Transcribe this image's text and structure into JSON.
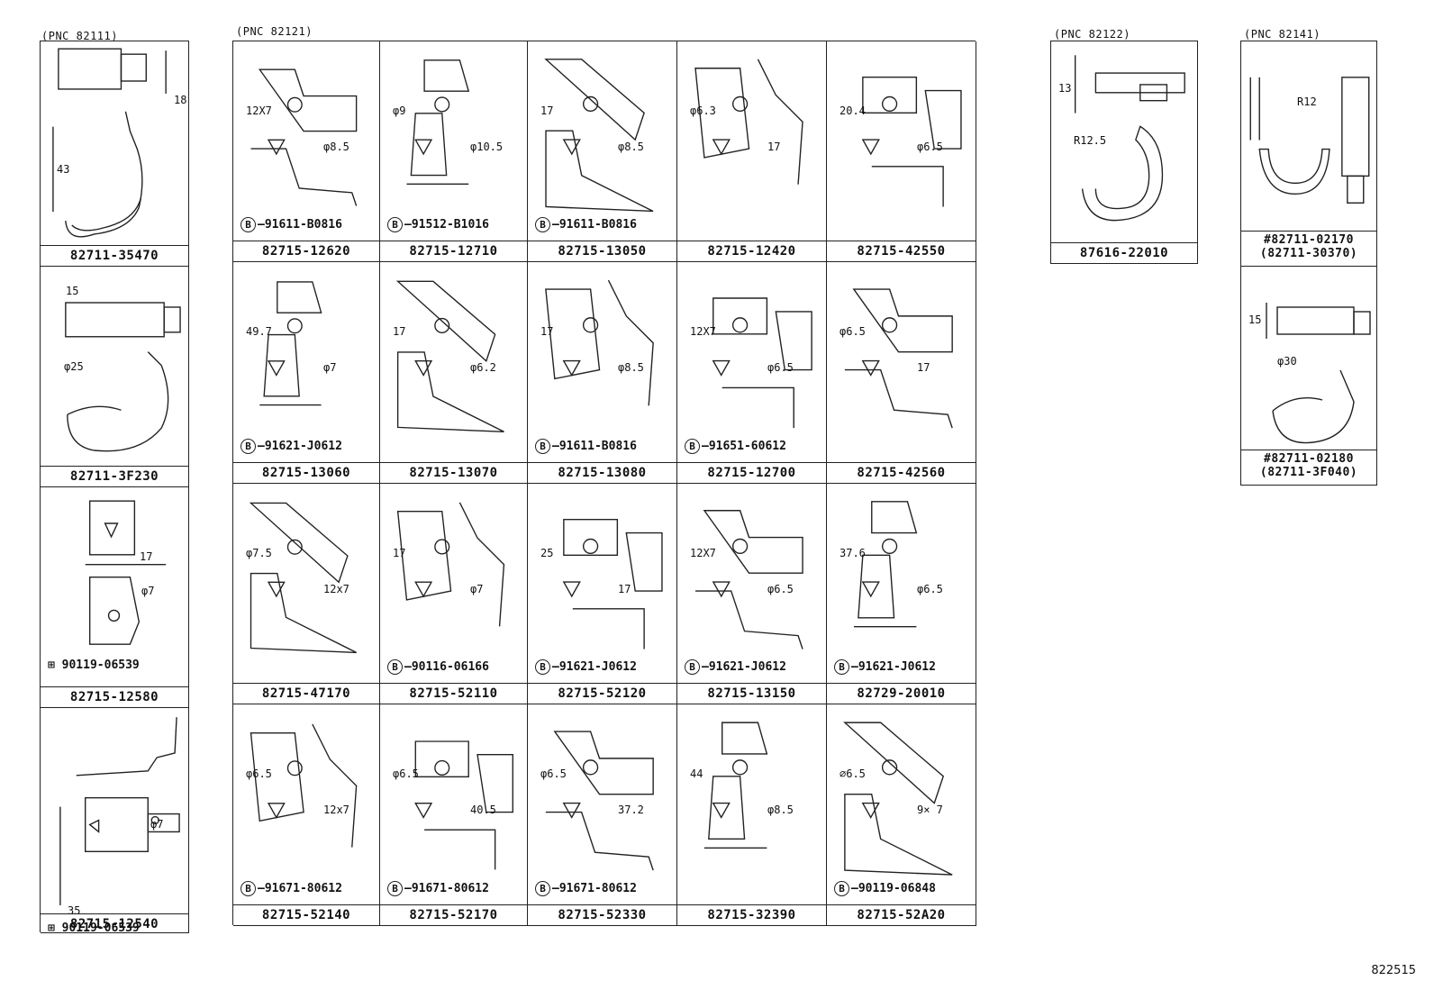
{
  "pnc": [
    "(PNC 82111)",
    "(PNC 82121)",
    "(PNC 82122)",
    "(PNC 82141)"
  ],
  "col1": [
    {
      "pn": "82711-35470",
      "dims": [
        "18",
        "43"
      ],
      "fastener": ""
    },
    {
      "pn": "82711-3F230",
      "dims": [
        "15",
        "φ25"
      ],
      "fastener": ""
    },
    {
      "pn": "82715-12580",
      "dims": [
        "17",
        "φ7"
      ],
      "fastener": "90119-06539"
    },
    {
      "pn": "82715-12540",
      "dims": [
        "φ7",
        "35"
      ],
      "fastener": "90119-06539"
    }
  ],
  "grid": [
    [
      {
        "pn": "82715-12620",
        "dims": [
          "12X7",
          "φ8.5"
        ],
        "fastener": "91611-B0816"
      },
      {
        "pn": "82715-12710",
        "dims": [
          "φ9",
          "φ10.5"
        ],
        "fastener": "91512-B1016"
      },
      {
        "pn": "82715-13050",
        "dims": [
          "17",
          "φ8.5"
        ],
        "fastener": "91611-B0816"
      },
      {
        "pn": "82715-12420",
        "dims": [
          "φ6.3",
          "17"
        ],
        "fastener": ""
      },
      {
        "pn": "82715-42550",
        "dims": [
          "20.4",
          "φ6.5"
        ],
        "fastener": ""
      }
    ],
    [
      {
        "pn": "82715-13060",
        "dims": [
          "49.7",
          "φ7"
        ],
        "fastener": "91621-J0612"
      },
      {
        "pn": "82715-13070",
        "dims": [
          "17",
          "φ6.2"
        ],
        "fastener": ""
      },
      {
        "pn": "82715-13080",
        "dims": [
          "17",
          "φ8.5"
        ],
        "fastener": "91611-B0816"
      },
      {
        "pn": "82715-12700",
        "dims": [
          "12X7",
          "φ6.5"
        ],
        "fastener": "91651-60612"
      },
      {
        "pn": "82715-42560",
        "dims": [
          "φ6.5",
          "17"
        ],
        "fastener": ""
      }
    ],
    [
      {
        "pn": "82715-47170",
        "dims": [
          "φ7.5",
          "12x7"
        ],
        "fastener": ""
      },
      {
        "pn": "82715-52110",
        "dims": [
          "17",
          "φ7"
        ],
        "fastener": "90116-06166"
      },
      {
        "pn": "82715-52120",
        "dims": [
          "25",
          "17"
        ],
        "fastener": "91621-J0612"
      },
      {
        "pn": "82715-13150",
        "dims": [
          "12X7",
          "φ6.5"
        ],
        "fastener": "91621-J0612"
      },
      {
        "pn": "82729-20010",
        "dims": [
          "37.6",
          "φ6.5"
        ],
        "fastener": "91621-J0612"
      }
    ],
    [
      {
        "pn": "82715-52140",
        "dims": [
          "φ6.5",
          "12x7"
        ],
        "fastener": "91671-80612"
      },
      {
        "pn": "82715-52170",
        "dims": [
          "φ6.5",
          "40.5"
        ],
        "fastener": "91671-80612"
      },
      {
        "pn": "82715-52330",
        "dims": [
          "φ6.5",
          "37.2"
        ],
        "fastener": "91671-80612"
      },
      {
        "pn": "82715-32390",
        "dims": [
          "44",
          "φ8.5"
        ],
        "fastener": ""
      },
      {
        "pn": "82715-52A20",
        "dims": [
          "∅6.5",
          "9× 7"
        ],
        "fastener": "90119-06848"
      }
    ]
  ],
  "col3": {
    "pn": "87616-22010",
    "dims": [
      "13",
      "R12.5"
    ]
  },
  "col4": [
    {
      "pn": "#82711-02170",
      "pn_alt": "(82711-30370)",
      "dims": [
        "R12"
      ]
    },
    {
      "pn": "#82711-02180",
      "pn_alt": "(82711-3F040)",
      "dims": [
        "15",
        "φ30"
      ]
    }
  ],
  "bolt_mark": "B",
  "sheet_id": "822515"
}
